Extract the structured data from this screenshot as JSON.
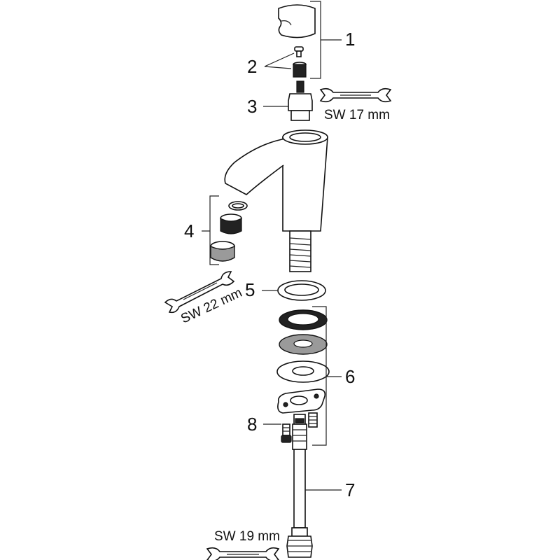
{
  "labels": {
    "p1": "1",
    "p2": "2",
    "p3": "3",
    "p4": "4",
    "p5": "5",
    "p6": "6",
    "p7": "7",
    "p8": "8"
  },
  "wrenches": {
    "sw17": "SW 17 mm",
    "sw22": "SW 22 mm",
    "sw19": "SW 19 mm"
  }
}
